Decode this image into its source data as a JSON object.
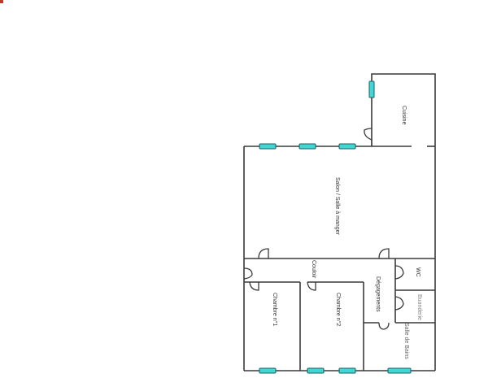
{
  "plan": {
    "rooms": [
      {
        "id": "cuisine",
        "label": "Cuisine"
      },
      {
        "id": "salon",
        "label": "Salon / Salle à manger"
      },
      {
        "id": "couloir",
        "label": "Couloir"
      },
      {
        "id": "degagements",
        "label": "Dégagements"
      },
      {
        "id": "wc",
        "label": "WC"
      },
      {
        "id": "buanderie",
        "label": "Buanderie"
      },
      {
        "id": "chambre1",
        "label": "Chambre n°1"
      },
      {
        "id": "chambre2",
        "label": "Chambre n°2"
      },
      {
        "id": "sdb",
        "label": "Salle de Bains"
      }
    ],
    "colors": {
      "wall": "#3a3a3a",
      "window_fill": "#3fd6d6",
      "window_stroke": "#1f5f5f",
      "marker": "#c0392b"
    }
  }
}
